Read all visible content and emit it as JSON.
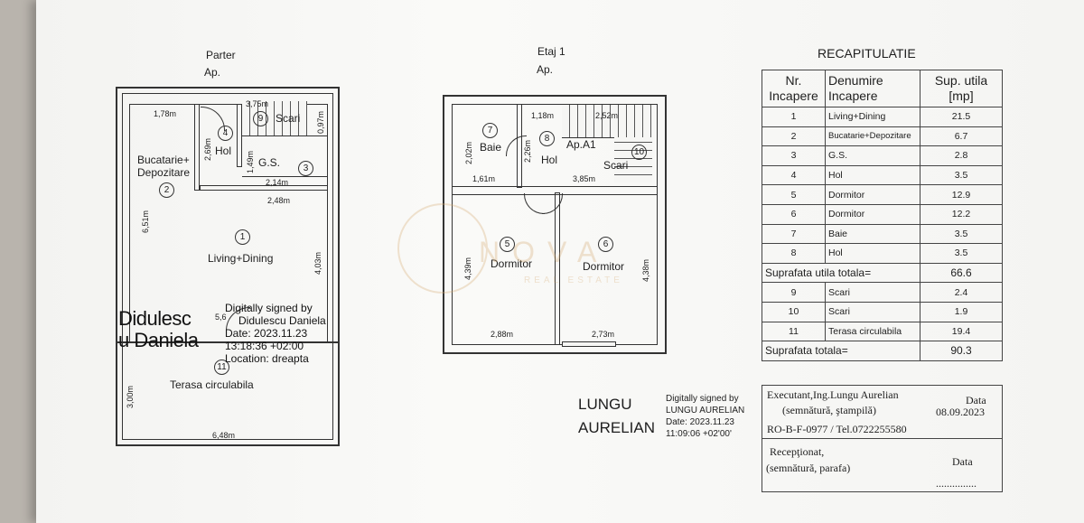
{
  "ground_floor": {
    "title": "Parter",
    "apt": "Ap.",
    "rooms": [
      {
        "num": "1",
        "label": "Living+Dining"
      },
      {
        "num": "2",
        "label": "Bucatarie+\nDepozitare"
      },
      {
        "num": "3",
        "label": "G.S."
      },
      {
        "num": "4",
        "label": "Hol"
      },
      {
        "num": "9",
        "label": "Scari"
      },
      {
        "num": "11",
        "label": "Terasa circulabila"
      }
    ],
    "dims": [
      "3,75m",
      "1,78m",
      "0,97m",
      "2,69m",
      "1,49m",
      "2,14m",
      "2,48m",
      "6,51m",
      "4,03m",
      "5,6",
      "3,00m",
      "6,48m"
    ]
  },
  "first_floor": {
    "title": "Etaj 1",
    "apt": "Ap.",
    "rooms": [
      {
        "num": "7",
        "label": "Baie"
      },
      {
        "num": "8",
        "label": "Hol"
      },
      {
        "num": "10",
        "label": "Scari"
      },
      {
        "num": "5",
        "label": "Dormitor"
      },
      {
        "num": "6",
        "label": "Dormitor"
      }
    ],
    "apt_label": "Ap.A1",
    "dims": [
      "1,18m",
      "2,52m",
      "2,02m",
      "2,26m",
      "1,61m",
      "3,85m",
      "4,39m",
      "4,38m",
      "2,88m",
      "2,73m"
    ]
  },
  "watermark": {
    "brand": "NOVA",
    "tag": "REAL ESTATE"
  },
  "signature_left": {
    "name": "Didulescu Daniela",
    "lines": [
      "Digitally signed by",
      "Didulescu Daniela",
      "Date: 2023.11.23",
      "13:18:36 +02:00",
      "Location: dreapta"
    ]
  },
  "signature_right": {
    "name_line1": "LUNGU",
    "name_line2": "AURELIAN",
    "lines": [
      "Digitally signed by",
      "LUNGU AURELIAN",
      "Date: 2023.11.23",
      "11:09:06 +02'00'"
    ]
  },
  "recap": {
    "title": "RECAPITULATIE",
    "headers": [
      "Nr.\nIncapere",
      "Denumire\nIncapere",
      "Sup. utila\n[mp]"
    ],
    "rows": [
      [
        "1",
        "Living+Dining",
        "21.5"
      ],
      [
        "2",
        "Bucatarie+Depozitare",
        "6.7"
      ],
      [
        "3",
        "G.S.",
        "2.8"
      ],
      [
        "4",
        "Hol",
        "3.5"
      ],
      [
        "5",
        "Dormitor",
        "12.9"
      ],
      [
        "6",
        "Dormitor",
        "12.2"
      ],
      [
        "7",
        "Baie",
        "3.5"
      ],
      [
        "8",
        "Hol",
        "3.5"
      ]
    ],
    "subtotal_label": "Suprafata utila totala=",
    "subtotal_value": "66.6",
    "rows2": [
      [
        "9",
        "Scari",
        "2.4"
      ],
      [
        "10",
        "Scari",
        "1.9"
      ],
      [
        "11",
        "Terasa circulabila",
        "19.4"
      ]
    ],
    "total_label": "Suprafata totala=",
    "total_value": "90.3",
    "executant": "Executant,Ing.Lungu Aurelian",
    "executant_sub": "(semnătură, ştampilă)",
    "data_label": "Data",
    "data_value": "08.09.2023",
    "code": "RO-B-F-0977 / Tel.0722255580",
    "receptionat": "Recepţionat,",
    "receptionat_sub": "(semnătură, parafa)",
    "data_label2": "Data",
    "dots": "..............."
  }
}
